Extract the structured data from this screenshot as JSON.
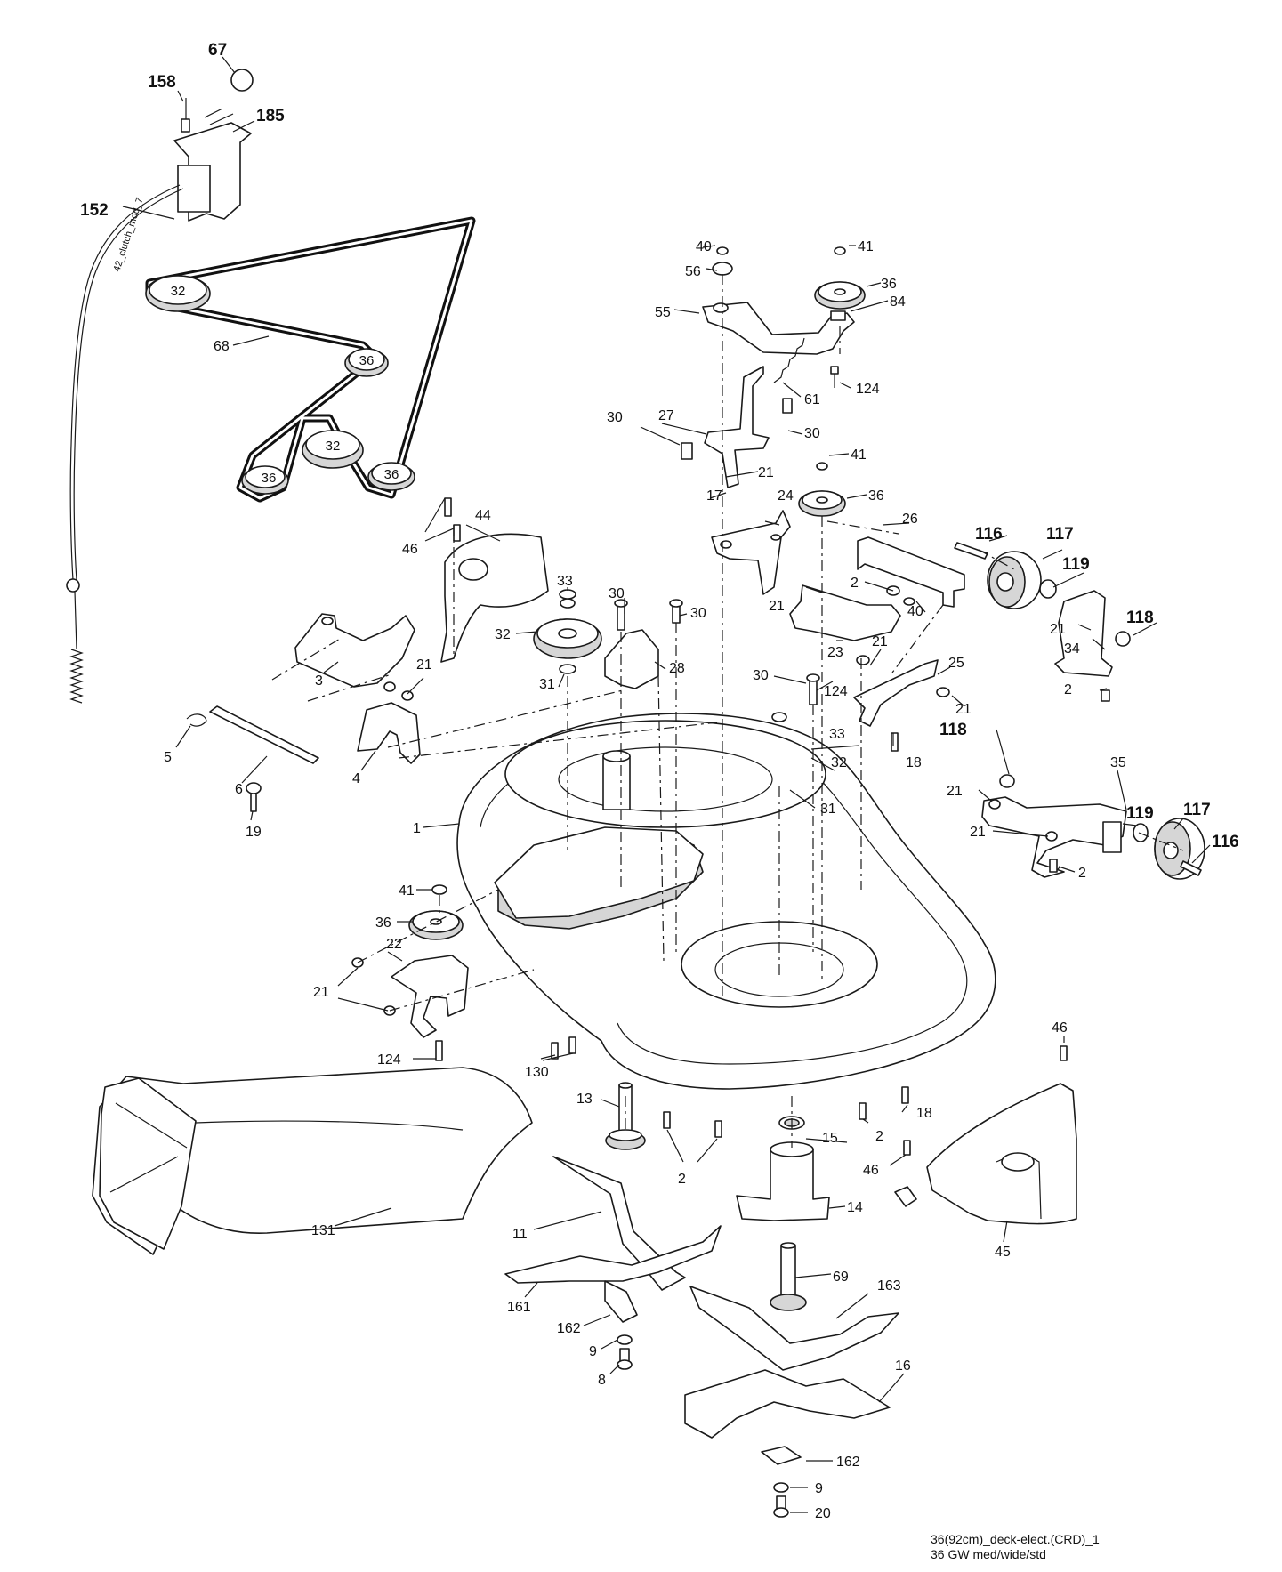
{
  "labels": {
    "l67": "67",
    "l158": "158",
    "l185": "185",
    "l152": "152",
    "l68": "68",
    "l32a": "32",
    "l36a": "36",
    "l32b": "32",
    "l36b": "36",
    "l36c": "36",
    "cable_tag": "42_clutch_mod_7",
    "l40": "40",
    "l41": "41",
    "l56": "56",
    "l36d": "36",
    "l84": "84",
    "l55": "55",
    "l124a": "124",
    "l61": "61",
    "l30a": "30",
    "l27": "27",
    "l30b": "30",
    "l41b": "41",
    "l21a": "21",
    "l17": "17",
    "l36e": "36",
    "l24": "24",
    "l26": "26",
    "l46a": "46",
    "l44": "44",
    "l116a": "116",
    "l117a": "117",
    "l119a": "119",
    "l2a": "2",
    "l40b": "40",
    "l21b": "21",
    "l118a": "118",
    "l33a": "33",
    "l30c": "30",
    "l30d": "30",
    "l32c": "32",
    "l28": "28",
    "l31a": "31",
    "l23": "23",
    "l21c": "21",
    "l34": "34",
    "l21d": "21",
    "l2b": "2",
    "l3": "3",
    "l21e": "21",
    "l30e": "30",
    "l124b": "124",
    "l25": "25",
    "l21f": "21",
    "l5": "5",
    "l6": "6",
    "l4": "4",
    "l33b": "33",
    "l32d": "32",
    "l18a": "18",
    "l118b": "118",
    "l21g": "21",
    "l35": "35",
    "l31b": "31",
    "l21h": "21",
    "l119b": "119",
    "l117b": "117",
    "l116b": "116",
    "l19": "19",
    "l1": "1",
    "l2c": "2",
    "l41c": "41",
    "l36f": "36",
    "l22": "22",
    "l21i": "21",
    "l124c": "124",
    "l130": "130",
    "l46b": "46",
    "l13": "13",
    "l15": "15",
    "l2d": "2",
    "l18b": "18",
    "l2e": "2",
    "l46c": "46",
    "l14": "14",
    "l131": "131",
    "l11": "11",
    "l45": "45",
    "l69": "69",
    "l163": "163",
    "l161": "161",
    "l162a": "162",
    "l9a": "9",
    "l8": "8",
    "l16": "16",
    "l162b": "162",
    "l9b": "9",
    "l20": "20"
  },
  "caption": {
    "line1": "36(92cm)_deck-elect.(CRD)_1",
    "line2": "36 GW med/wide/std"
  }
}
